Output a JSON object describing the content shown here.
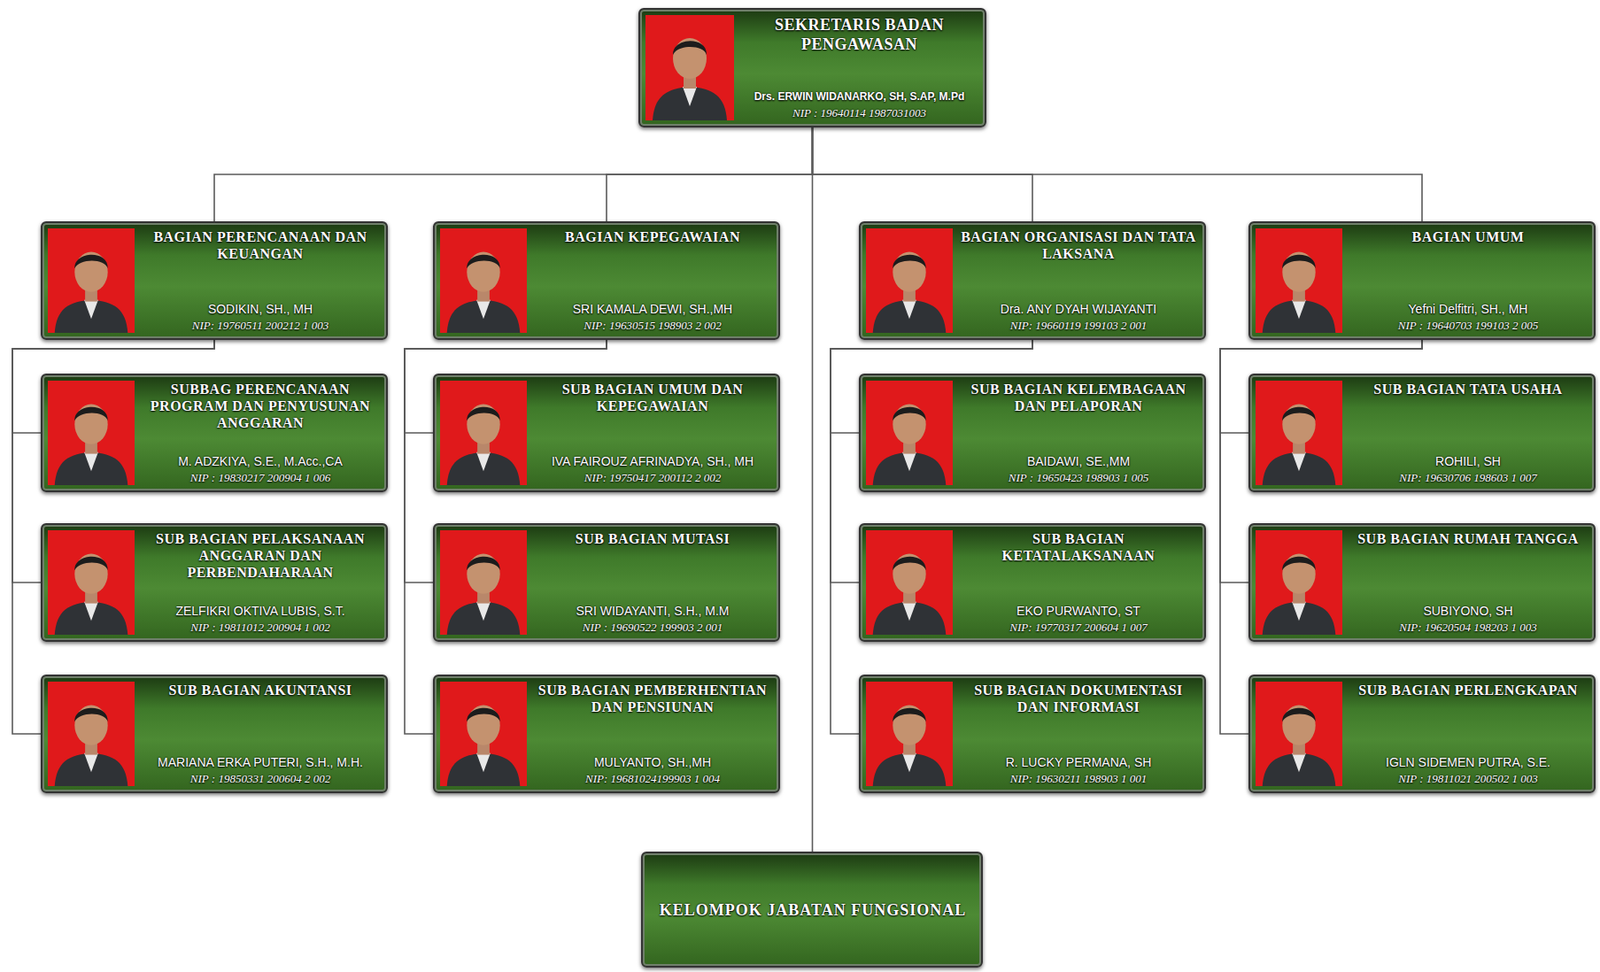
{
  "diagram": {
    "nodes": [
      {
        "text": [
          "SEKRETARIS BADAN PENGAWASAN",
          "Drs. ERWIN WIDANARKO, SH, S.AP, M.Pd",
          "NIP : 19640114 1987031003"
        ]
      },
      {
        "text": [
          "BAGIAN PERENCANAAN DAN KEUANGAN",
          "SODIKIN, SH., MH",
          "NIP: 19760511 200212 1 003"
        ]
      },
      {
        "text": [
          "BAGIAN KEPEGAWAIAN",
          "SRI KAMALA DEWI, SH.,MH",
          "NIP: 19630515 198903 2 002"
        ]
      },
      {
        "text": [
          "BAGIAN ORGANISASI DAN TATA LAKSANA",
          "Dra. ANY DYAH WIJAYANTI",
          "NIP: 19660119 199103 2 001"
        ]
      },
      {
        "text": [
          "BAGIAN UMUM",
          "Yefni Delfitri, SH., MH",
          "NIP : 19640703 199103 2 005"
        ]
      },
      {
        "text": [
          "SUBBAG PERENCANAAN PROGRAM DAN PENYUSUNAN ANGGARAN",
          "M. ADZKIYA, S.E., M.Acc.,CA",
          "NIP : 19830217 200904 1 006"
        ]
      },
      {
        "text": [
          "SUB BAGIAN UMUM DAN KEPEGAWAIAN",
          "IVA FAIROUZ AFRINADYA, SH., MH",
          "NIP: 19750417 200112 2 002"
        ]
      },
      {
        "text": [
          "SUB BAGIAN KELEMBAGAAN DAN PELAPORAN",
          "BAIDAWI, SE.,MM",
          "NIP : 19650423 198903 1 005"
        ]
      },
      {
        "text": [
          "SUB BAGIAN TATA USAHA",
          "ROHILI, SH",
          "NIP: 19630706 198603 1 007"
        ]
      },
      {
        "text": [
          "SUB BAGIAN PELAKSANAAN ANGGARAN DAN PERBENDAHARAAN",
          "ZELFIKRI OKTIVA LUBIS, S.T.",
          "NIP : 19811012 200904 1 002"
        ]
      },
      {
        "text": [
          "SUB BAGIAN MUTASI",
          "SRI WIDAYANTI, S.H., M.M",
          "NIP : 19690522 199903 2 001"
        ]
      },
      {
        "text": [
          "SUB BAGIAN KETATALAKSANAAN",
          "EKO PURWANTO, ST",
          "NIP: 19770317 200604 1 007"
        ]
      },
      {
        "text": [
          "SUB BAGIAN RUMAH TANGGA",
          "SUBIYONO, SH",
          "NIP: 19620504 198203 1 003"
        ]
      },
      {
        "text": [
          "SUB BAGIAN AKUNTANSI",
          "MARIANA ERKA PUTERI, S.H., M.H.",
          "NIP : 19850331 200604 2 002"
        ]
      },
      {
        "text": [
          "SUB BAGIAN PEMBERHENTIAN DAN PENSIUNAN",
          "MULYANTO, SH.,MH",
          "NIP: 19681024199903 1 004"
        ]
      },
      {
        "text": [
          "SUB BAGIAN DOKUMENTASI DAN INFORMASI",
          "R. LUCKY PERMANA, SH",
          "NIP: 19630211 198903 1 001"
        ]
      },
      {
        "text": [
          "SUB BAGIAN PERLENGKAPAN",
          "IGLN SIDEMEN PUTRA, S.E.",
          "NIP : 19811021 200502 1 003"
        ]
      },
      {
        "text": [
          "KELOMPOK JABATAN FUNGSIONAL"
        ]
      }
    ],
    "edges": [
      {
        "from": 0,
        "to": 1,
        "arrow": "none"
      },
      {
        "from": 0,
        "to": 2,
        "arrow": "none"
      },
      {
        "from": 0,
        "to": 3,
        "arrow": "none"
      },
      {
        "from": 0,
        "to": 4,
        "arrow": "none"
      },
      {
        "from": 1,
        "to": 5,
        "arrow": "none"
      },
      {
        "from": 1,
        "to": 9,
        "arrow": "none"
      },
      {
        "from": 1,
        "to": 13,
        "arrow": "none"
      },
      {
        "from": 2,
        "to": 6,
        "arrow": "none"
      },
      {
        "from": 2,
        "to": 10,
        "arrow": "none"
      },
      {
        "from": 2,
        "to": 14,
        "arrow": "none"
      },
      {
        "from": 3,
        "to": 7,
        "arrow": "none"
      },
      {
        "from": 3,
        "to": 11,
        "arrow": "none"
      },
      {
        "from": 3,
        "to": 15,
        "arrow": "none"
      },
      {
        "from": 4,
        "to": 8,
        "arrow": "none"
      },
      {
        "from": 4,
        "to": 12,
        "arrow": "none"
      },
      {
        "from": 4,
        "to": 16,
        "arrow": "none"
      },
      {
        "from": 0,
        "to": 17,
        "arrow": "none"
      }
    ]
  }
}
